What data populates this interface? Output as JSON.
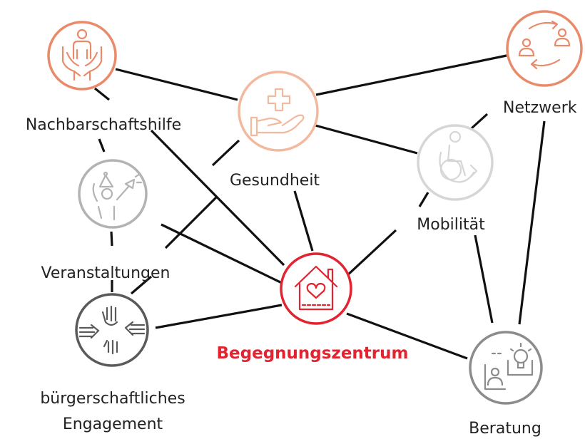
{
  "diagram": {
    "center": {
      "label": "Begegnungszentrum",
      "color": "#e3232f"
    },
    "nodes": {
      "nachbarschaftshilfe": {
        "label": "Nachbarschaftshilfe",
        "color": "#e98a6b"
      },
      "gesundheit": {
        "label": "Gesundheit",
        "color": "#f3b99f"
      },
      "netzwerk": {
        "label": "Netzwerk",
        "color": "#e98a6b"
      },
      "mobilitaet": {
        "label": "Mobilität",
        "color": "#d6d6d6"
      },
      "veranstaltungen": {
        "label": "Veranstaltungen",
        "color": "#b3b3b3"
      },
      "engagement": {
        "label_line1": "bürgerschaftliches",
        "label_line2": "Engagement",
        "color": "#5a5a5a"
      },
      "beratung": {
        "label": "Beratung",
        "color": "#8c8c8c"
      }
    },
    "edge_color": "#111111"
  }
}
